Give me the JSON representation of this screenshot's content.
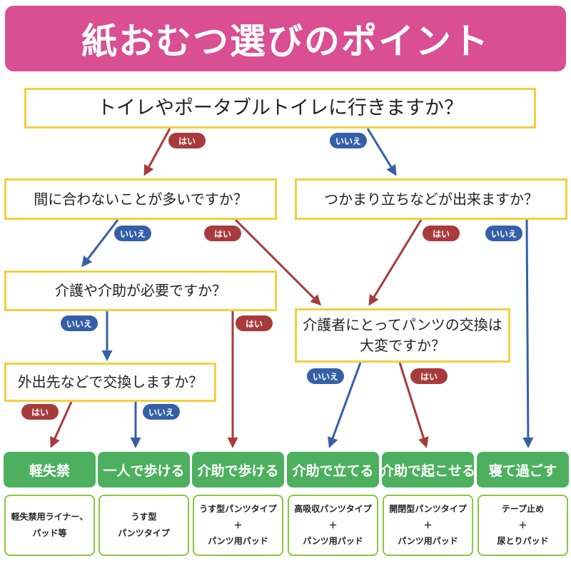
{
  "title": "紙おむつ選びのポイント",
  "colors": {
    "title_bg": "#d94f92",
    "question_border": "#f1d040",
    "yes": "#a83a3c",
    "no": "#3560a8",
    "result_bg": "#4db05f",
    "product_border": "#8cc63f"
  },
  "questions": {
    "q1": "トイレやポータブルトイレに行きますか？",
    "q2": "間に合わないことが多いですか？",
    "q3": "つかまり立ちなどが出来ますか？",
    "q4": "介護や介助が必要ですか？",
    "q5": "介護者にとってパンツの交換は大変ですか？",
    "q6": "外出先などで交換しますか？"
  },
  "answer_labels": {
    "yes": "はい",
    "no": "いいえ"
  },
  "results": [
    {
      "label": "軽失禁",
      "product": [
        "軽失禁用ライナー、",
        "パッド等"
      ]
    },
    {
      "label": "一人で歩ける",
      "product": [
        "うす型",
        "パンツタイプ"
      ]
    },
    {
      "label": "介助で歩ける",
      "product": [
        "うす型パンツタイプ",
        "＋",
        "パンツ用パッド"
      ]
    },
    {
      "label": "介助で立てる",
      "product": [
        "高吸収パンツタイプ",
        "＋",
        "パンツ用パッド"
      ]
    },
    {
      "label": "介助で起こせる",
      "product": [
        "開閉型パンツタイプ",
        "＋",
        "パンツ用パッド"
      ]
    },
    {
      "label": "寝て過ごす",
      "product": [
        "テープ止め",
        "＋",
        "尿とりパッド"
      ]
    }
  ]
}
